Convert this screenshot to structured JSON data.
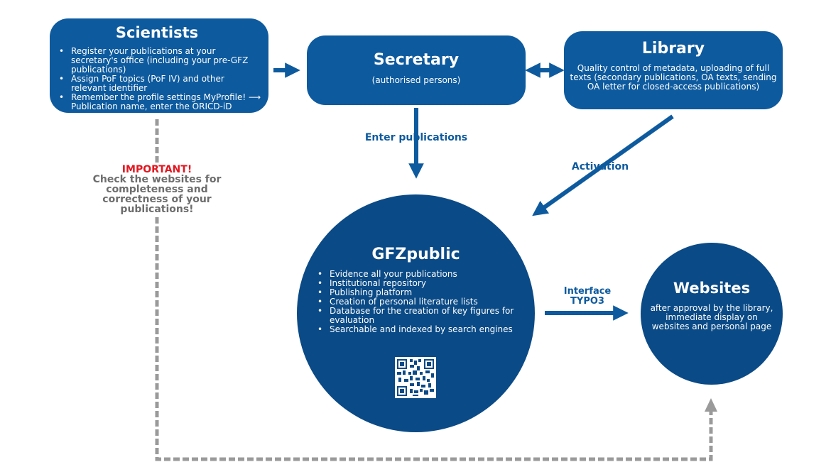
{
  "scientists": {
    "title": "Scientists",
    "items": [
      "Register your publications at your secretary's office (including your pre-GFZ publications)",
      "Assign PoF topics (PoF IV) and other relevant identifier",
      "Remember the profile settings MyProfile! ⟶ Publication name, enter the ORICD-iD"
    ]
  },
  "secretary": {
    "title": "Secretary",
    "subtitle": "(authorised persons)"
  },
  "library": {
    "title": "Library",
    "text": "Quality control of metadata, uploading of full texts (secondary publications, OA texts, sending OA letter for closed-access publications)"
  },
  "gfzpublic": {
    "title": "GFZpublic",
    "items": [
      "Evidence all your publications",
      "Institutional repository",
      "Publishing platform",
      "Creation of personal literature lists",
      "Database for the creation of key figures for evaluation",
      "Searchable and indexed by search engines"
    ]
  },
  "websites": {
    "title": "Websites",
    "text": "after approval by the library, immediate display on websites and personal page"
  },
  "labels": {
    "enter_publications": "Enter publications",
    "activation": "Activation",
    "interface_line1": "Interface",
    "interface_line2": "TYPO3"
  },
  "important": {
    "heading": "IMPORTANT!",
    "text": "Check the websites for completeness and correctness of your publications!"
  },
  "colors": {
    "box": "#0d5a9e",
    "circle": "#0a4a86",
    "arrow": "#0d5a9e",
    "dashed": "#9a9a9a",
    "important": "#e3161f",
    "important_text": "#6d6d6d"
  }
}
